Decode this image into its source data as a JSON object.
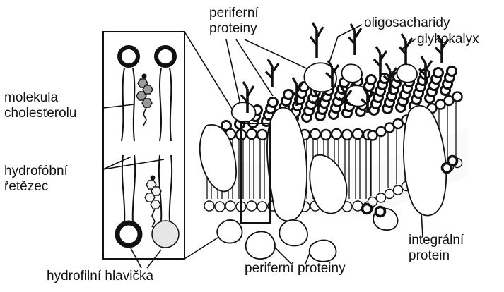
{
  "labels": {
    "molekula_cholesterolu": [
      "molekula",
      "cholesterolu"
    ],
    "hydrofobni_retezec": [
      "hydrofóbní",
      "řetězec"
    ],
    "hydrofilni_hlavicka": "hydrofilní hlavička",
    "periferni_proteiny_top": [
      "periferní",
      "proteiny"
    ],
    "oligosacharidy": "oligosacharidy",
    "glykokalyx": "glykokalyx",
    "integralni_protein": [
      "integrální",
      "protein"
    ],
    "periferni_proteiny_bottom": "periferní proteiny"
  },
  "colors": {
    "ink": "#111111",
    "fill": "#ffffff",
    "shade": "#d9d9d9"
  }
}
